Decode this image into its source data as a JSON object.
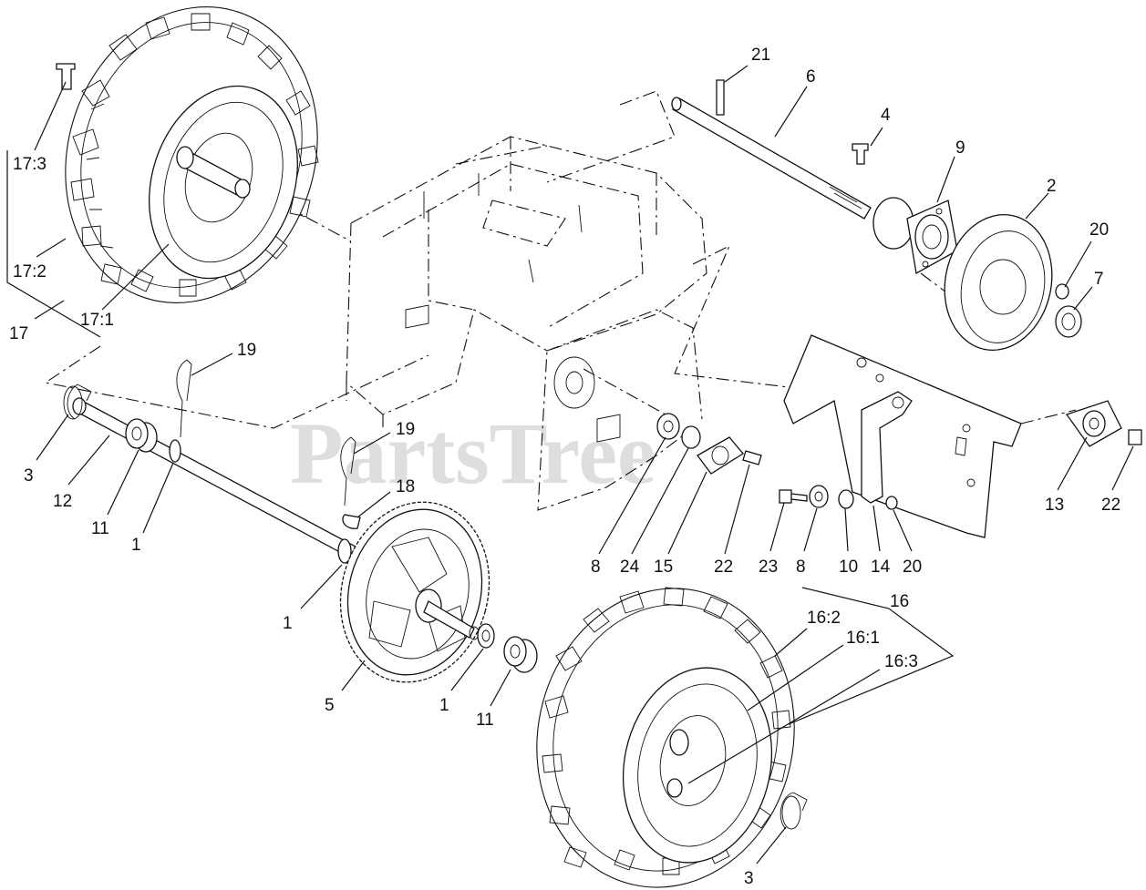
{
  "watermark": "PartsTree",
  "callouts": [
    {
      "id": "c-21",
      "text": "21"
    },
    {
      "id": "c-6",
      "text": "6"
    },
    {
      "id": "c-4",
      "text": "4"
    },
    {
      "id": "c-9",
      "text": "9"
    },
    {
      "id": "c-2",
      "text": "2"
    },
    {
      "id": "c-20a",
      "text": "20"
    },
    {
      "id": "c-7",
      "text": "7"
    },
    {
      "id": "c-17-3",
      "text": "17:3"
    },
    {
      "id": "c-17-2",
      "text": "17:2"
    },
    {
      "id": "c-17-1",
      "text": "17:1"
    },
    {
      "id": "c-17",
      "text": "17"
    },
    {
      "id": "c-19a",
      "text": "19"
    },
    {
      "id": "c-19b",
      "text": "19"
    },
    {
      "id": "c-18",
      "text": "18"
    },
    {
      "id": "c-3a",
      "text": "3"
    },
    {
      "id": "c-12",
      "text": "12"
    },
    {
      "id": "c-11a",
      "text": "11"
    },
    {
      "id": "c-1a",
      "text": "1"
    },
    {
      "id": "c-1b",
      "text": "1"
    },
    {
      "id": "c-5",
      "text": "5"
    },
    {
      "id": "c-1c",
      "text": "1"
    },
    {
      "id": "c-11b",
      "text": "11"
    },
    {
      "id": "c-8a",
      "text": "8"
    },
    {
      "id": "c-24",
      "text": "24"
    },
    {
      "id": "c-15",
      "text": "15"
    },
    {
      "id": "c-22a",
      "text": "22"
    },
    {
      "id": "c-23",
      "text": "23"
    },
    {
      "id": "c-8b",
      "text": "8"
    },
    {
      "id": "c-10",
      "text": "10"
    },
    {
      "id": "c-14",
      "text": "14"
    },
    {
      "id": "c-20b",
      "text": "20"
    },
    {
      "id": "c-13",
      "text": "13"
    },
    {
      "id": "c-22b",
      "text": "22"
    },
    {
      "id": "c-16",
      "text": "16"
    },
    {
      "id": "c-16-2",
      "text": "16:2"
    },
    {
      "id": "c-16-1",
      "text": "16:1"
    },
    {
      "id": "c-16-3",
      "text": "16:3"
    },
    {
      "id": "c-3b",
      "text": "3"
    }
  ]
}
